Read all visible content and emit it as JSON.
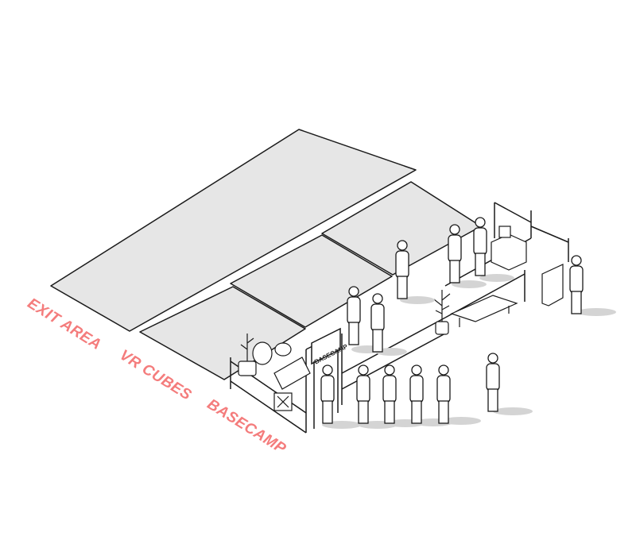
{
  "zones": {
    "exit_area": "EXIT AREA",
    "vr_cubes": "VR CUBES",
    "basecamp": "BASECAMP"
  },
  "sign": {
    "label": "BASECAMP"
  },
  "colors": {
    "label": "#f47c7c",
    "floor": "#e6e6e6",
    "line": "#1a1a1a",
    "shadow": "#d4d4d4"
  }
}
